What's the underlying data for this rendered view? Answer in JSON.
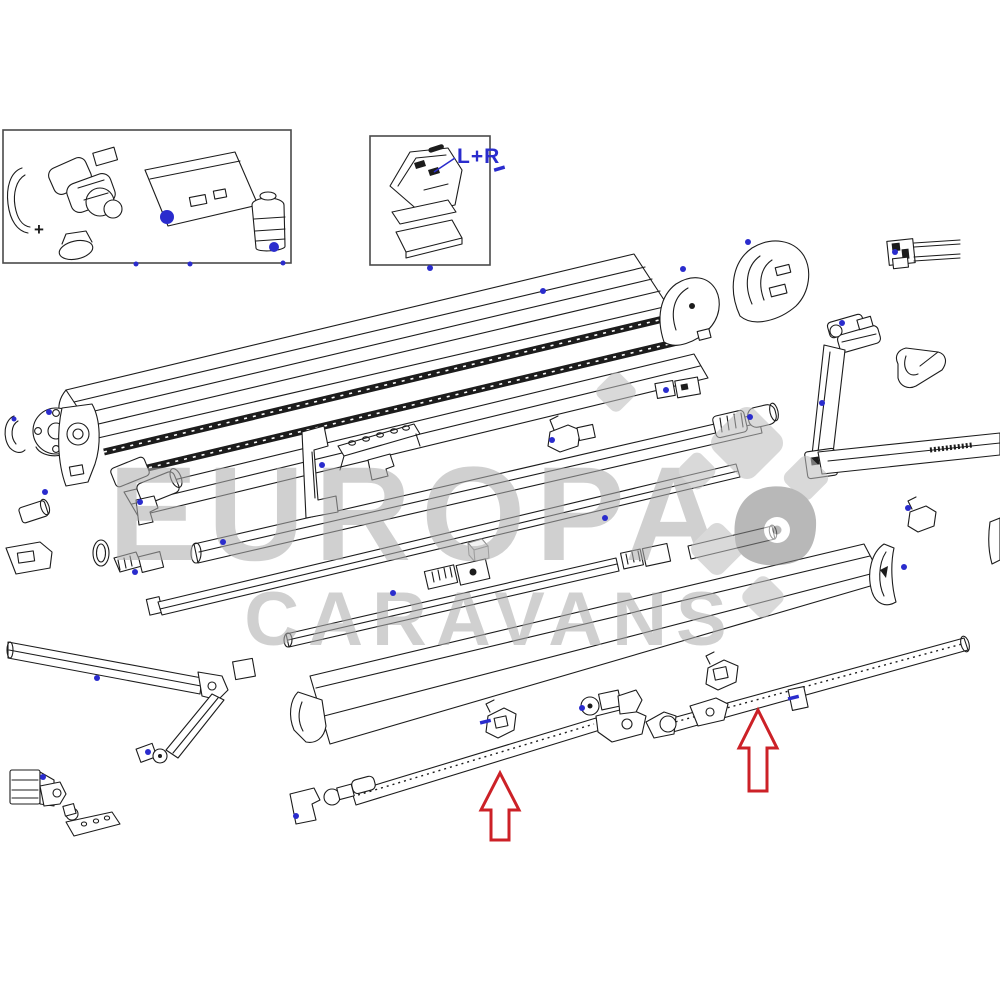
{
  "diagram": {
    "type": "exploded-parts-diagram",
    "subject": "caravan awning spare parts schematic",
    "watermark": {
      "line1": "EUROPA",
      "line2": "CARAVANS"
    },
    "labels": {
      "left_right": "L+R",
      "plus": "+"
    },
    "colors": {
      "background": "#ffffff",
      "ink": "#1c1c1c",
      "accent_blue": "#2a2ccd",
      "arrow_red": "#cc2127",
      "watermark_gray": "#d2d2d2",
      "logo_gray": "#858585"
    },
    "icons": [
      {
        "name": "red-up-arrow-icon",
        "count": 2,
        "color": "#cc2127"
      },
      {
        "name": "part-hotspot-marker",
        "count": 34,
        "color": "#2a2ccd"
      },
      {
        "name": "caravan-logo",
        "color": "#858585"
      }
    ]
  }
}
